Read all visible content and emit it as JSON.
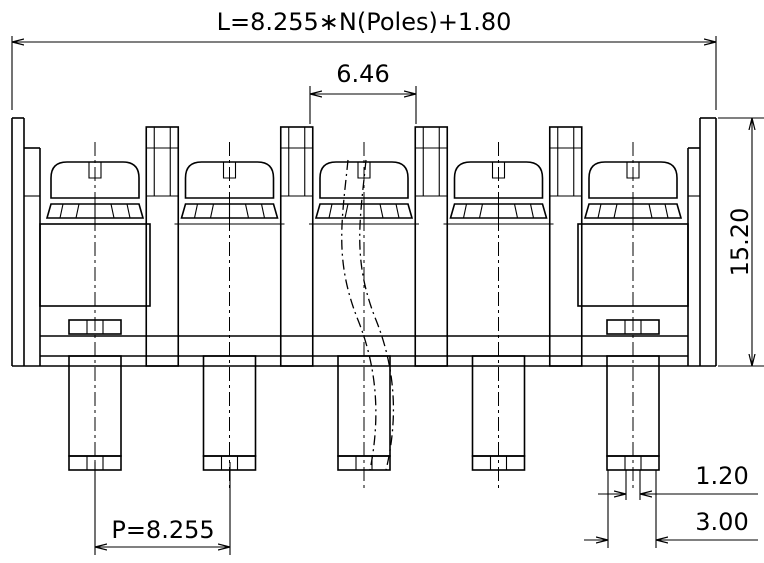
{
  "drawing": {
    "overall_length_label": "L=8.255∗N(Poles)+1.80",
    "gap_width_label": "6.46",
    "height_label": "15.20",
    "pin_width_label": "1.20",
    "pin_spacing_label": "3.00",
    "pitch_label": "P=8.255",
    "pole_count": 5,
    "break_pole_index": 2
  }
}
